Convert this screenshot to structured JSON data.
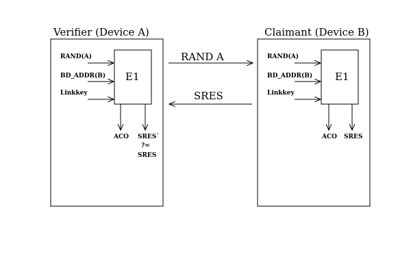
{
  "verifier": {
    "title": "Verifier (Device A)",
    "inputs": [
      "RAND(A)",
      "BD_ADDR(B)",
      "Linkkey"
    ],
    "block": "E1",
    "outputs": {
      "aco": "ACO",
      "sres_line1": "SRES`",
      "sres_line2": "?=",
      "sres_line3": "SRES"
    }
  },
  "claimant": {
    "title": "Claimant (Device B)",
    "inputs": [
      "RAND(A)",
      "BD_ADDR(B)",
      "Linkkey"
    ],
    "block": "E1",
    "outputs": {
      "aco": "ACO",
      "sres": "SRES"
    }
  },
  "messages": {
    "to_claimant": "RAND A",
    "to_verifier": "SRES"
  }
}
